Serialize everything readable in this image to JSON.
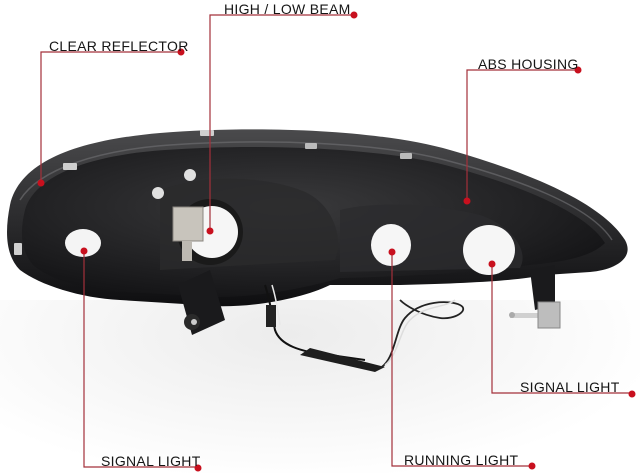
{
  "image": {
    "subject": "headlight-assembly-rear-view",
    "accent_color": "#c0202a",
    "line_color": "#a3303a",
    "housing_color": "#1c1c1e"
  },
  "callouts": [
    {
      "id": "clear-reflector",
      "label": "CLEAR REFLECTOR"
    },
    {
      "id": "high-low-beam",
      "label": "HIGH / LOW BEAM"
    },
    {
      "id": "abs-housing",
      "label": "ABS HOUSING"
    },
    {
      "id": "signal-light-right",
      "label": "SIGNAL LIGHT"
    },
    {
      "id": "running-light",
      "label": "RUNNING LIGHT"
    },
    {
      "id": "signal-light-left",
      "label": "SIGNAL LIGHT"
    }
  ]
}
